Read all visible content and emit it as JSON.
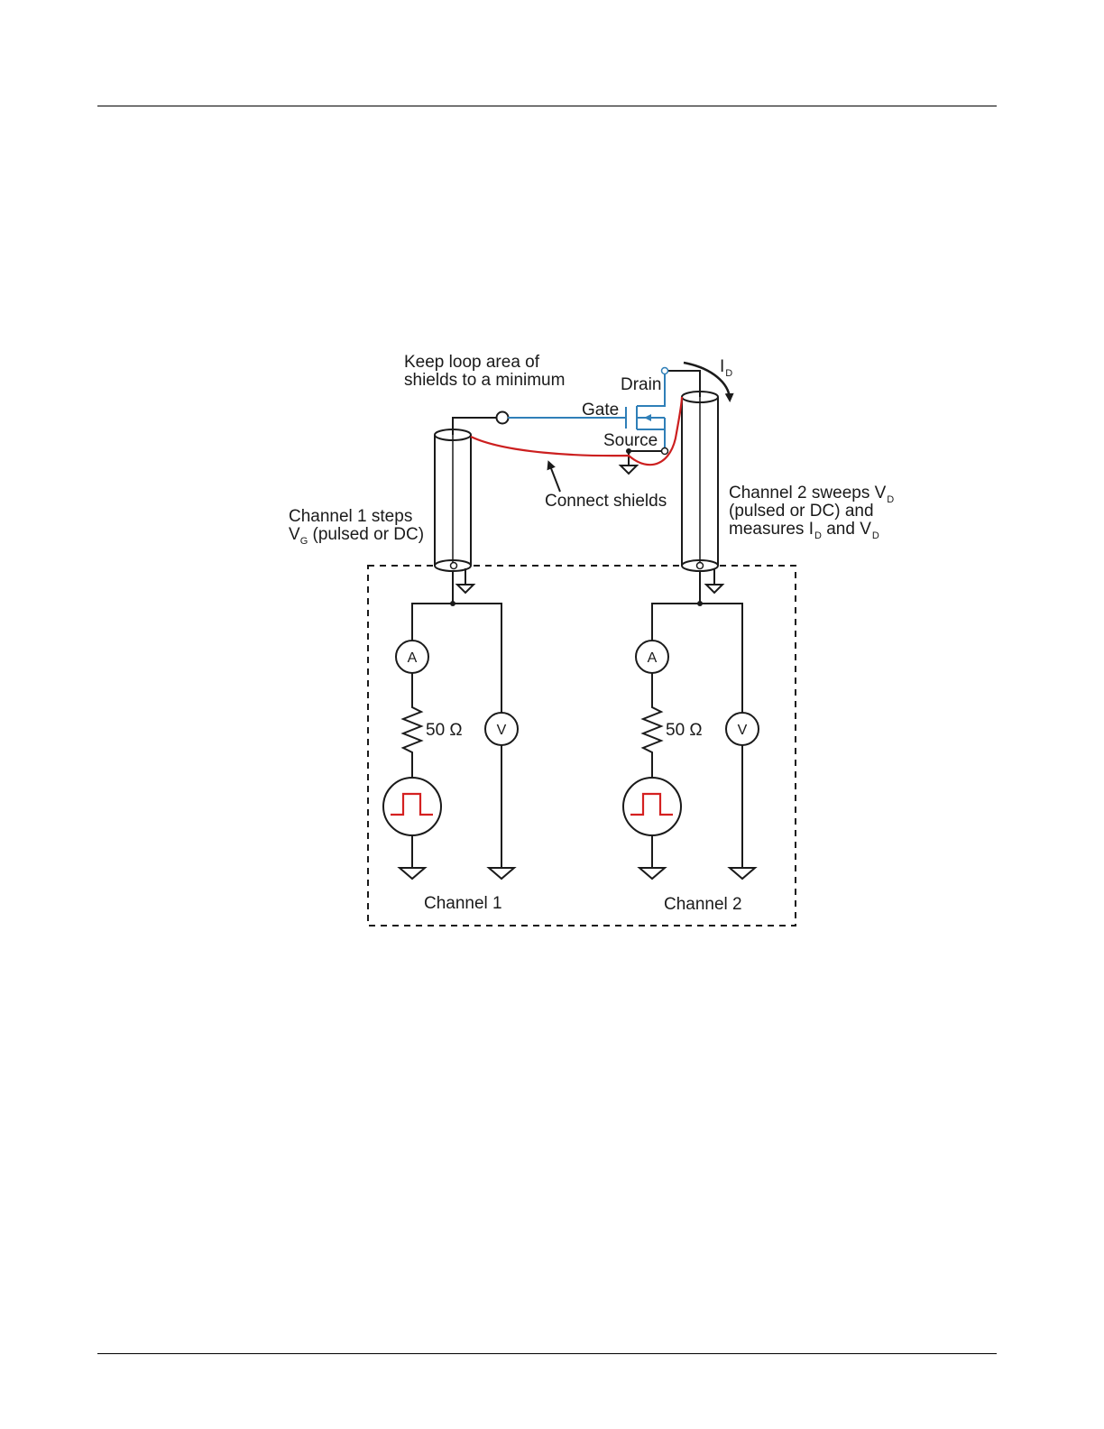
{
  "colors": {
    "wire": "#1a1a1a",
    "gate_wire": "#2f7fb8",
    "shield_connect": "#cc1f1f",
    "pulse": "#d42020"
  },
  "labels": {
    "keep_loop_line1": "Keep loop area of",
    "keep_loop_line2": "shields to a minimum",
    "drain": "Drain",
    "gate": "Gate",
    "source": "Source",
    "id_main": "I",
    "id_sub": "D",
    "connect_shields": "Connect shields",
    "ch1_note_line1": "Channel 1 steps",
    "ch1_note_v": "V",
    "ch1_note_v_sub": "G",
    "ch1_note_rest": " (pulsed or DC)",
    "ch2_note_line1_a": "Channel 2 sweeps V",
    "ch2_note_line1_sub": "D",
    "ch2_note_line2": "(pulsed or DC) and",
    "ch2_note_line3_a": "measures I",
    "ch2_note_line3_sub1": "D",
    "ch2_note_line3_b": " and V",
    "ch2_note_line3_sub2": "D",
    "ammeter_symbol": "A",
    "voltmeter_symbol": "V",
    "resistor_value": "50 Ω",
    "channel1": "Channel 1",
    "channel2": "Channel 2"
  },
  "icons": [
    "ground-icon",
    "ammeter-icon",
    "voltmeter-icon",
    "resistor-icon",
    "pulse-source-icon",
    "coax-cable-icon",
    "mosfet-icon"
  ]
}
